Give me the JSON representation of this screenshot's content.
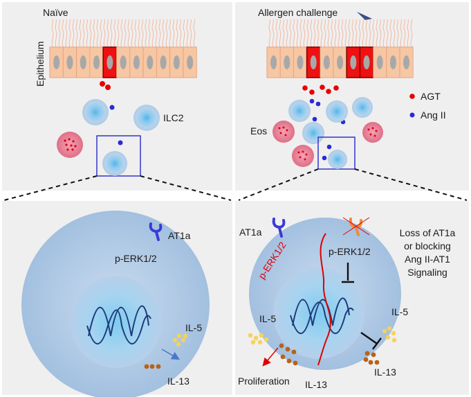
{
  "panels": {
    "naive": {
      "label": "Naïve",
      "epithelium_label": "Epithelium",
      "ilc2_label": "ILC2"
    },
    "allergen": {
      "label": "Allergen challenge",
      "eos_label": "Eos"
    },
    "legend": {
      "agt": "AGT",
      "ang2": "Ang II"
    },
    "zoom_naive": {
      "receptor": "AT1a",
      "perk": "p-ERK1/2",
      "il5": "IL-5",
      "il13": "IL-13"
    },
    "zoom_allergen": {
      "receptor": "AT1a",
      "perk_red": "p-ERK1/2",
      "perk": "p-ERK1/2",
      "note_line1": "Loss of AT1a",
      "note_line2": "or blocking",
      "note_line3": "Ang II-AT1",
      "note_line4": "Signaling",
      "il5_left": "IL-5",
      "il5_right": "IL-5",
      "il13_right": "IL-13",
      "il13_bottom": "IL-13",
      "proliferation": "Proliferation"
    }
  },
  "colors": {
    "panel_bg": "#efefef",
    "epithelial_cell": "#f7c6a3",
    "activated_cell": "#ee1111",
    "nucleus": "#a8a8a8",
    "agt_dot": "#e60000",
    "ang2_dot": "#2a2ad6",
    "ilc2_outer": "#a9cbe8",
    "ilc2_core": "#5bbbe8",
    "eos": "#e27a8e",
    "receptor": "#3a3ad6",
    "blocked_receptor": "#f08a3c",
    "il5_dot": "#f5d25a",
    "il13_dot": "#b8621a",
    "zoom_box": "#3333cc",
    "dna": "#1f3a7a"
  }
}
